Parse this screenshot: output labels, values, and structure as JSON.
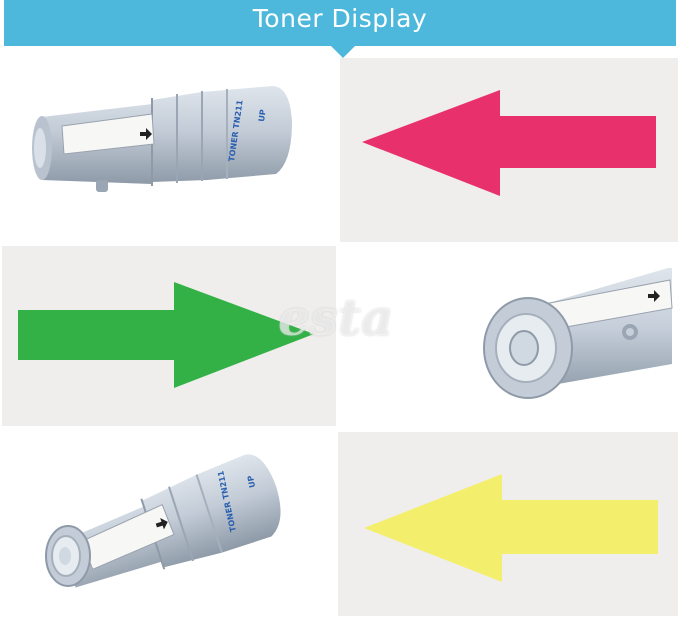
{
  "header": {
    "title": "Toner Display",
    "background": "#4db8dc"
  },
  "arrows": [
    {
      "color": "#e8316c",
      "direction": "left"
    },
    {
      "color": "#33b146",
      "direction": "right"
    },
    {
      "color": "#f4ee6d",
      "direction": "left"
    }
  ],
  "cartridge_label": {
    "model": "TONER TN211",
    "mark": "UP"
  },
  "watermark": {
    "text": "esta"
  }
}
